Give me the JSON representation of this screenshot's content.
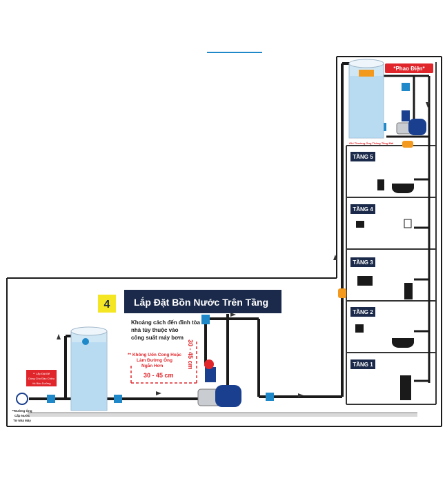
{
  "step_number": "4",
  "title": "Lắp Đặt Bồn Nước Trên Tầng",
  "distance_note": [
    "Khoảng cách đến đỉnh tòa",
    "nhà tùy thuộc vào",
    "công suất máy bơm"
  ],
  "pipe_note": [
    "** Không Uốn Cong Hoặc",
    "Làm Đường Ống",
    "Ngắn Hơn"
  ],
  "dim_horizontal": "30 - 45 cm",
  "dim_vertical": "30 - 45 cm",
  "float_switch_label": "*Phao Điện*",
  "valve_note_left": [
    "** Lắp Đặt Bể",
    "Dòng Cho Đầu Chiều",
    "Và Bảo Dưỡng"
  ],
  "supply_label": [
    "**Đường Ống",
    "Cấp Nước",
    "Từ Nhà Máy"
  ],
  "tank_pipe_note": "Ghi Thường Ống Thông Tắng Mái",
  "floors": [
    "TẦNG 5",
    "TẦNG 4",
    "TẦNG 3",
    "TẦNG 2",
    "TẦNG 1"
  ],
  "colors": {
    "pipe": "#1a1a1a",
    "floor_label_bg": "#1b2a4a",
    "title_bg": "#1b2a4a",
    "step_bg": "#f5e623",
    "red": "#e0262b",
    "water": "#cfe6f5",
    "valve": "#1e88c8",
    "pump_blue": "#1a3f8f",
    "orange": "#f39a1e"
  }
}
